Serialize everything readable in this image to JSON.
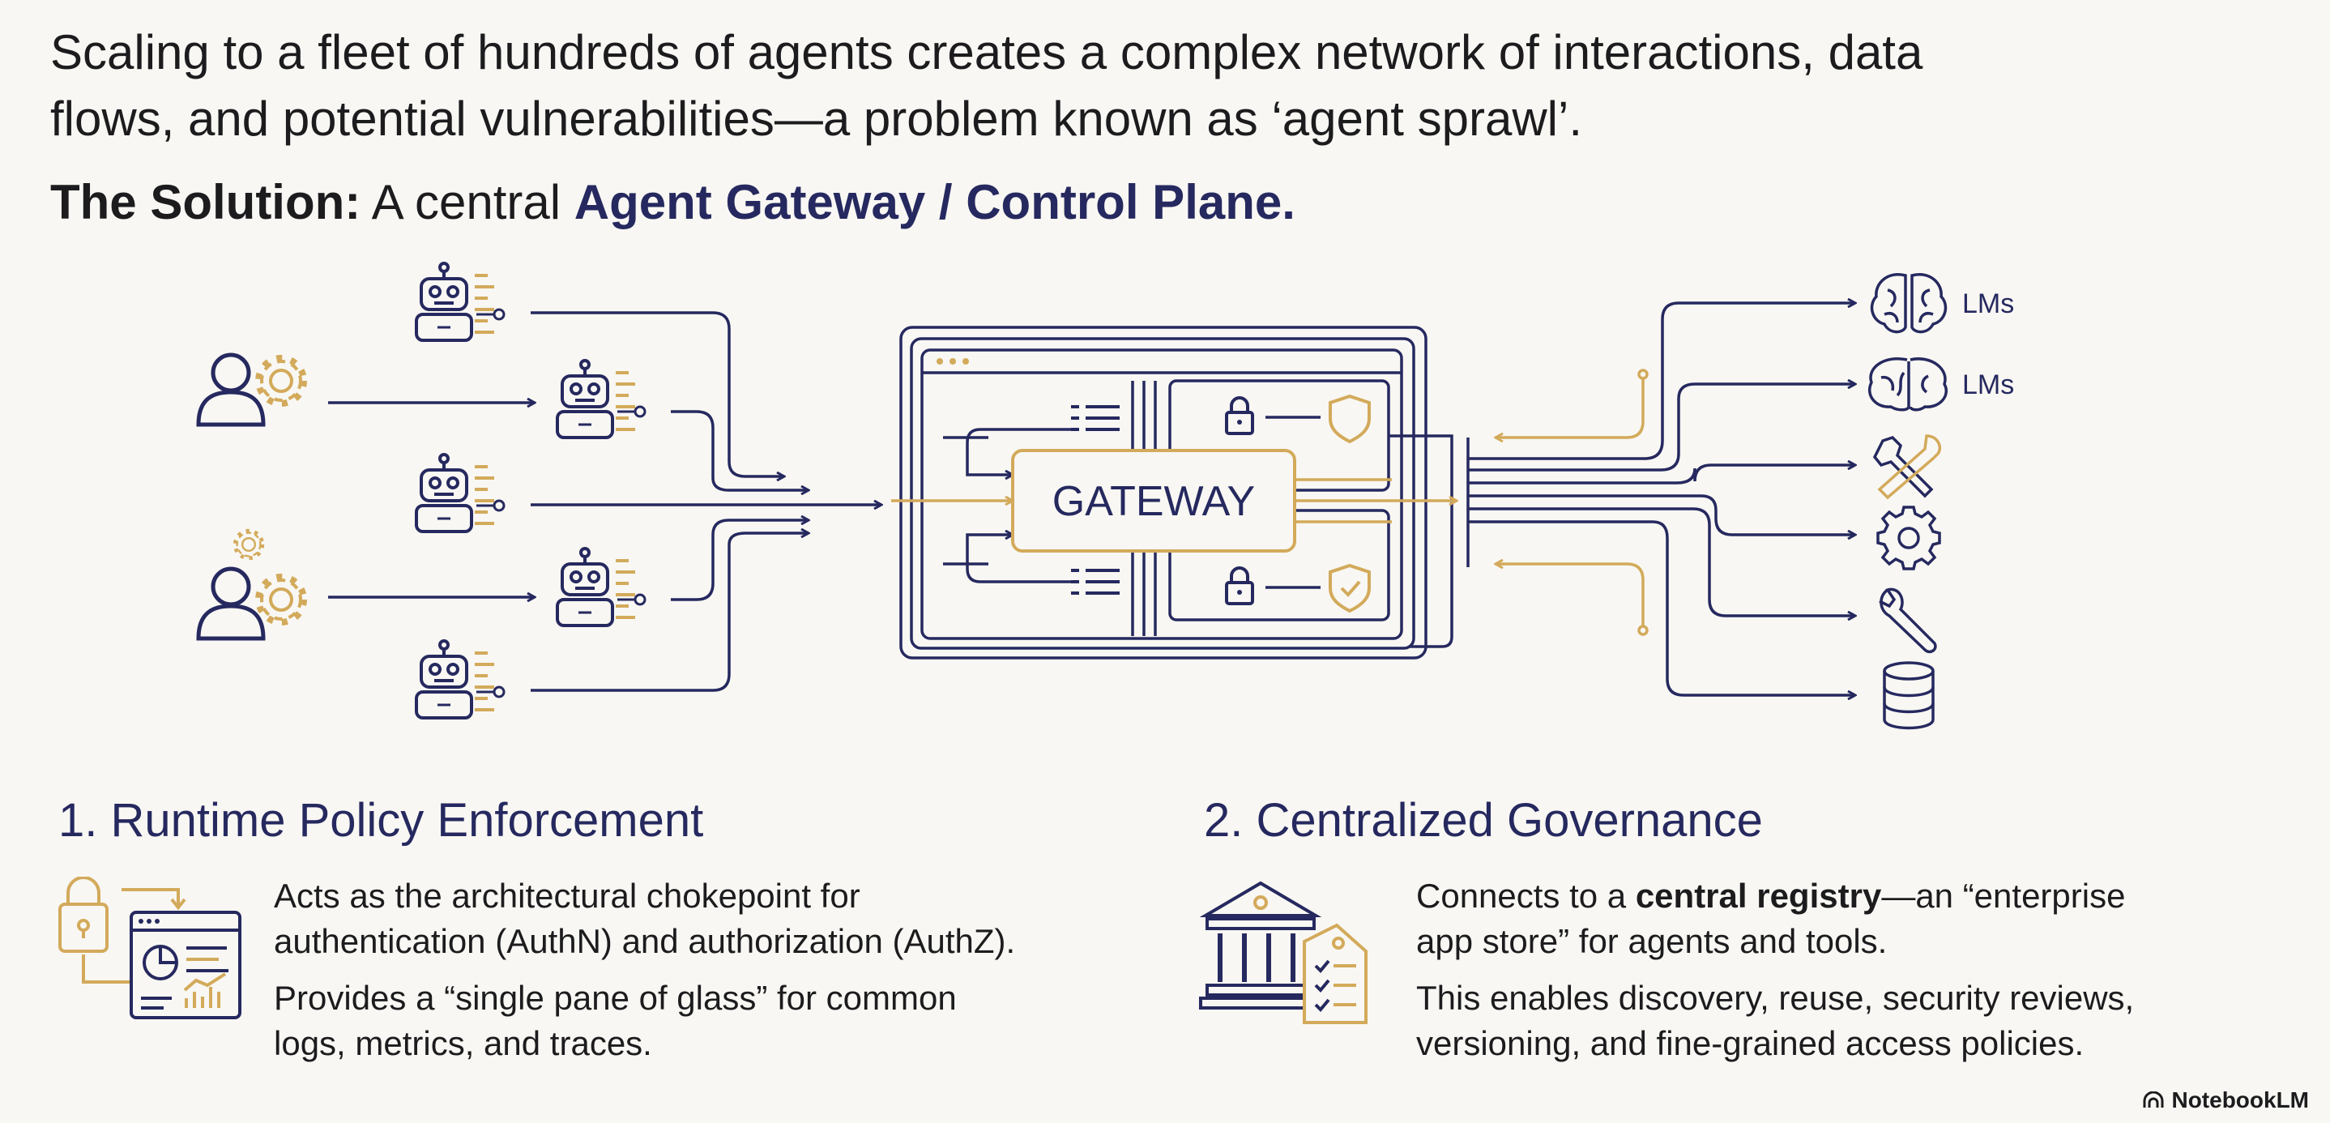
{
  "intro": {
    "line1": "Scaling to a fleet of hundreds of agents creates a complex network of interactions, data",
    "line2": "flows, and potential vulnerabilities—a problem known as ‘agent sprawl’."
  },
  "solution": {
    "lead": "The Solution:",
    "middle": " A central ",
    "accent": "Agent Gateway / Control Plane."
  },
  "diagram": {
    "gateway_label": "GATEWAY",
    "destinations": [
      {
        "icon": "brain-icon",
        "label": "LMs"
      },
      {
        "icon": "brain-icon",
        "label": "LMs"
      },
      {
        "icon": "tools-icon",
        "label": ""
      },
      {
        "icon": "gear-icon",
        "label": ""
      },
      {
        "icon": "wrench-icon",
        "label": ""
      },
      {
        "icon": "database-icon",
        "label": ""
      }
    ],
    "colors": {
      "navy": "#26295f",
      "gold": "#d3aa5b"
    }
  },
  "section1": {
    "title": "1. Runtime Policy Enforcement",
    "p1_line1": "Acts as the architectural chokepoint for",
    "p1_line2": "authentication (AuthN) and authorization (AuthZ).",
    "p2_line1": "Provides a “single pane of glass” for common",
    "p2_line2": "logs, metrics, and traces."
  },
  "section2": {
    "title": "2. Centralized Governance",
    "p1_line1_pre": "Connects to a ",
    "p1_line1_bold": "central registry",
    "p1_line1_post": "—an “enterprise",
    "p1_line2": "app store” for agents and tools.",
    "p2_line1": "This enables discovery, reuse, security reviews,",
    "p2_line2": "versioning, and fine-grained access policies."
  },
  "badge": {
    "label": "NotebookLM"
  }
}
